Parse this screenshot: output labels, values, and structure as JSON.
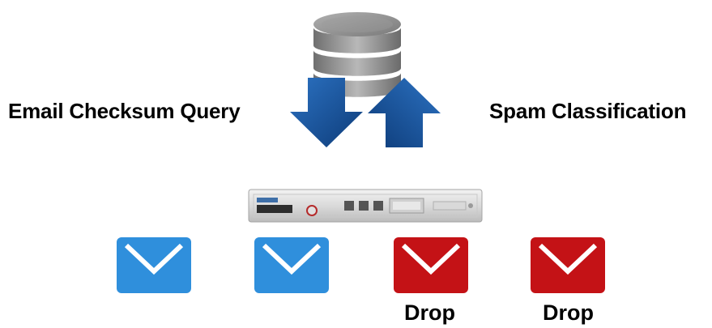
{
  "diagram": {
    "left_label": "Email Checksum Query",
    "right_label": "Spam Classification",
    "drop_labels": [
      "Drop",
      "Drop"
    ],
    "colors": {
      "database": "#8c8c8c",
      "arrow": "#1d5aa6",
      "mail_ok": "#2f8fdc",
      "mail_spam": "#c41216"
    },
    "icons": {
      "database": "database-icon",
      "query_arrow": "arrow-down-icon",
      "classification_arrow": "arrow-up-icon",
      "appliance": "server-appliance-icon",
      "mail": "envelope-icon"
    },
    "emails": [
      {
        "status": "clean",
        "color": "#2f8fdc"
      },
      {
        "status": "clean",
        "color": "#2f8fdc"
      },
      {
        "status": "spam",
        "color": "#c41216"
      },
      {
        "status": "spam",
        "color": "#c41216"
      }
    ]
  }
}
